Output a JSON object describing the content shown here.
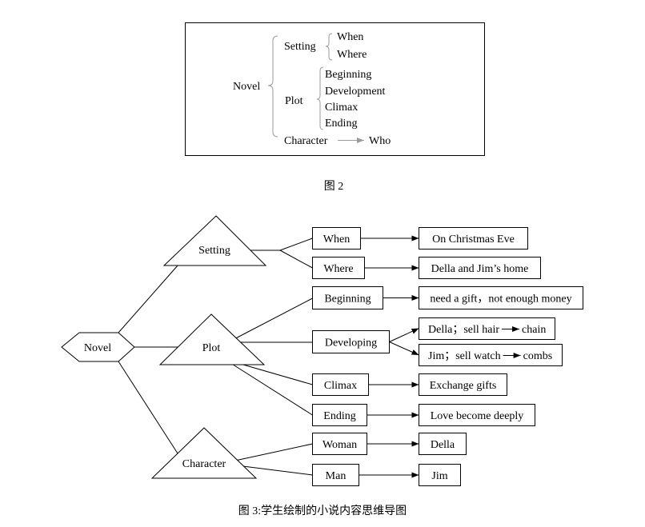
{
  "figure2": {
    "root": "Novel",
    "setting": {
      "label": "Setting",
      "items": [
        "When",
        "Where"
      ]
    },
    "plot": {
      "label": "Plot",
      "items": [
        "Beginning",
        "Development",
        "Climax",
        "Ending"
      ]
    },
    "character": {
      "label": "Character",
      "target": "Who"
    },
    "caption": "图 2"
  },
  "figure3": {
    "root": "Novel",
    "setting": {
      "label": "Setting",
      "branches": [
        {
          "label": "When",
          "detail": "On Christmas Eve"
        },
        {
          "label": "Where",
          "detail": "Della and Jim’s home"
        }
      ]
    },
    "plot": {
      "label": "Plot",
      "branches": [
        {
          "label": "Beginning",
          "detail": "need a gift，not enough money"
        },
        {
          "label": "Developing",
          "details": [
            {
              "from": "Della；sell hair",
              "to": "chain"
            },
            {
              "from": "Jim；sell watch",
              "to": "combs"
            }
          ]
        },
        {
          "label": "Climax",
          "detail": "Exchange gifts"
        },
        {
          "label": "Ending",
          "detail": "Love become deeply"
        }
      ]
    },
    "character": {
      "label": "Character",
      "branches": [
        {
          "label": "Woman",
          "detail": "Della"
        },
        {
          "label": "Man",
          "detail": "Jim"
        }
      ]
    },
    "caption": "图 3:学生绘制的小说内容思维导图"
  },
  "colors": {
    "line": "#000000",
    "brace": "#9a9a9a",
    "background": "#ffffff"
  }
}
